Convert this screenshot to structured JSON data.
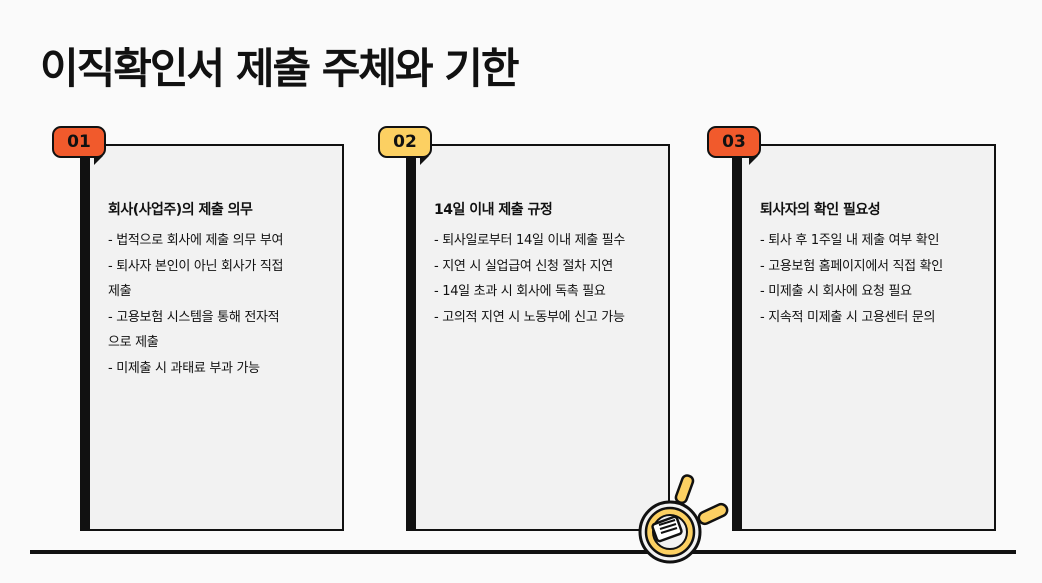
{
  "page": {
    "title": "이직확인서 제출 주체와 기한"
  },
  "colors": {
    "badge_red": "#f15a2c",
    "badge_yellow": "#fcd062",
    "card_bg": "#f2f2f2",
    "ink": "#111111"
  },
  "cards": [
    {
      "number": "01",
      "badge_color": "#f15a2c",
      "heading": "회사(사업주)의 제출 의무",
      "items": [
        "- 법적으로 회사에 제출 의무 부여",
        "- 퇴사자 본인이 아닌 회사가 직접",
        "제출",
        "- 고용보험 시스템을 통해 전자적",
        "으로 제출",
        "- 미제출 시 과태료 부과 가능"
      ]
    },
    {
      "number": "02",
      "badge_color": "#fcd062",
      "heading": "14일 이내 제출 규정",
      "items": [
        "- 퇴사일로부터 14일 이내 제출 필수",
        "- 지연 시 실업급여 신청 절차 지연",
        "- 14일 초과 시 회사에 독촉 필요",
        "- 고의적 지연 시 노동부에 신고 가능"
      ]
    },
    {
      "number": "03",
      "badge_color": "#f15a2c",
      "heading": "퇴사자의 확인 필요성",
      "items": [
        "- 퇴사 후 1주일 내 제출 여부 확인",
        "- 고용보험 홈페이지에서 직접 확인",
        "- 미제출 시 회사에 요청 필요",
        "- 지속적 미제출 시 고용센터 문의"
      ]
    }
  ],
  "decoration": {
    "icon": "frying-pan-spatula-icon"
  }
}
